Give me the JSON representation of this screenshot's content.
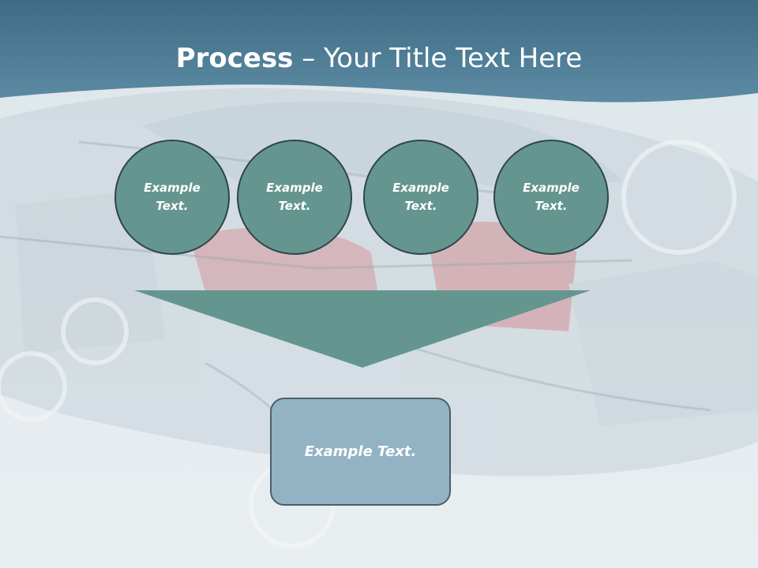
{
  "title": {
    "bold": "Process",
    "rest": " – Your Title Text Here"
  },
  "steps": [
    {
      "label": "Example Text."
    },
    {
      "label": "Example Text."
    },
    {
      "label": "Example Text."
    },
    {
      "label": "Example Text."
    }
  ],
  "result": {
    "label": "Example Text."
  },
  "colors": {
    "header": "#4f7f97",
    "circle_fill": "#64968f",
    "circle_border": "#2f4547",
    "funnel": "#64968f",
    "result_fill": "#93b3c4",
    "result_border": "#4c5f69"
  }
}
